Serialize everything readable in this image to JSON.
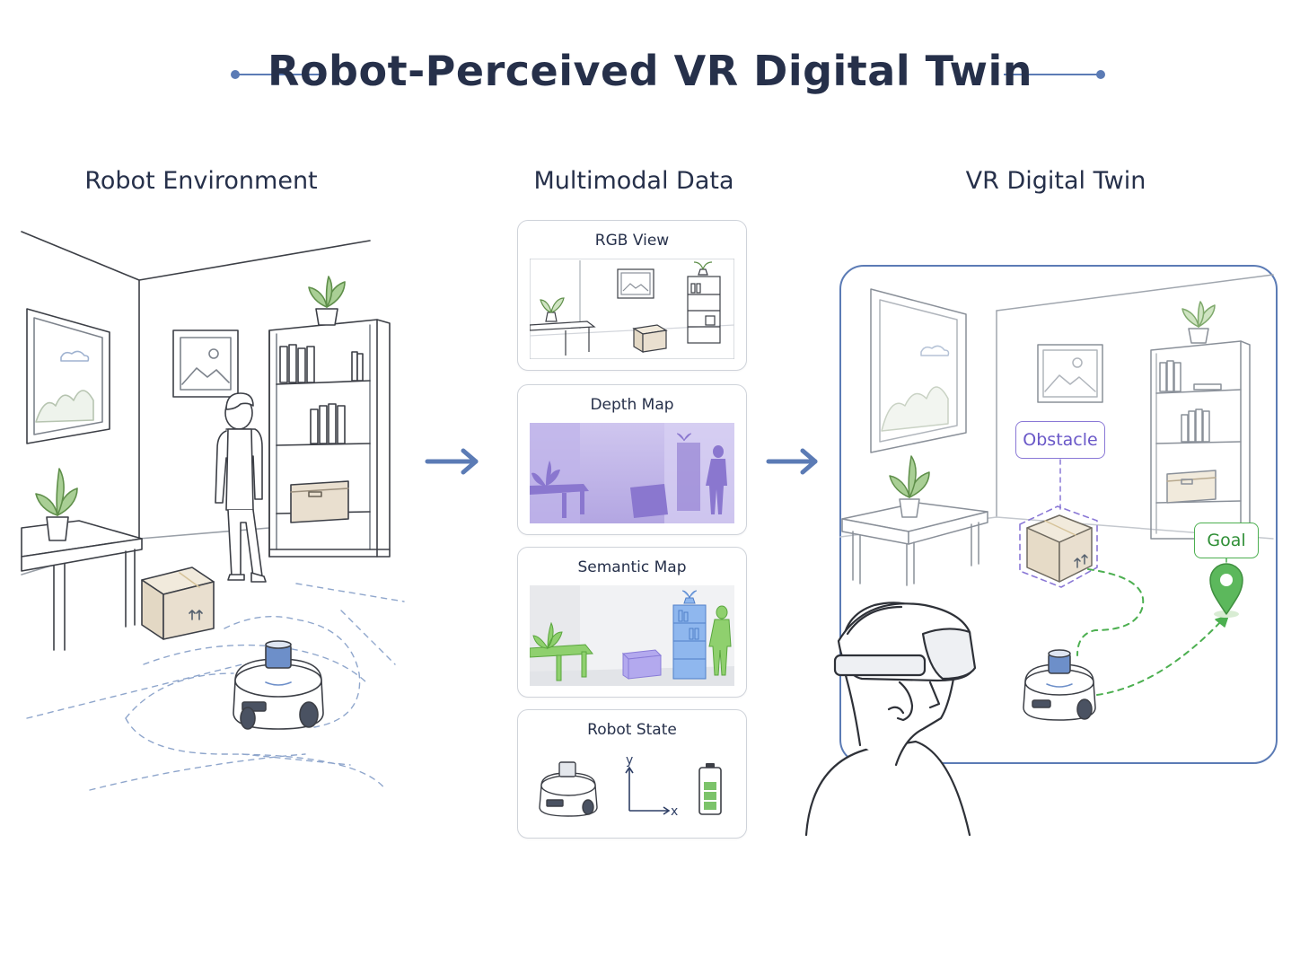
{
  "title": "Robot-Perceived VR Digital Twin",
  "columns": {
    "environment": "Robot Environment",
    "multimodal": "Multimodal Data",
    "twin": "VR Digital Twin"
  },
  "cards": [
    {
      "label": "RGB View"
    },
    {
      "label": "Depth Map"
    },
    {
      "label": "Semantic Map"
    },
    {
      "label": "Robot State"
    }
  ],
  "axes": {
    "y": "y",
    "x": "x"
  },
  "tags": {
    "obstacle": "Obstacle",
    "goal": "Goal"
  },
  "colors": {
    "accent": "#5b7bb5",
    "line": "#3c3f46",
    "depth": "#9f8fd8",
    "semantic_green": "#77c25d",
    "semantic_blue": "#6d9fe0",
    "semantic_purple": "#a99ce6",
    "obstacle": "#8a78d6",
    "goal": "#4caf50",
    "box": "#e9dfcf",
    "plant": "#7fb36a"
  },
  "icons": [
    "arrow-right-icon",
    "robot-icon",
    "battery-icon",
    "location-pin-icon",
    "vr-headset-icon",
    "plant-icon",
    "box-icon"
  ]
}
